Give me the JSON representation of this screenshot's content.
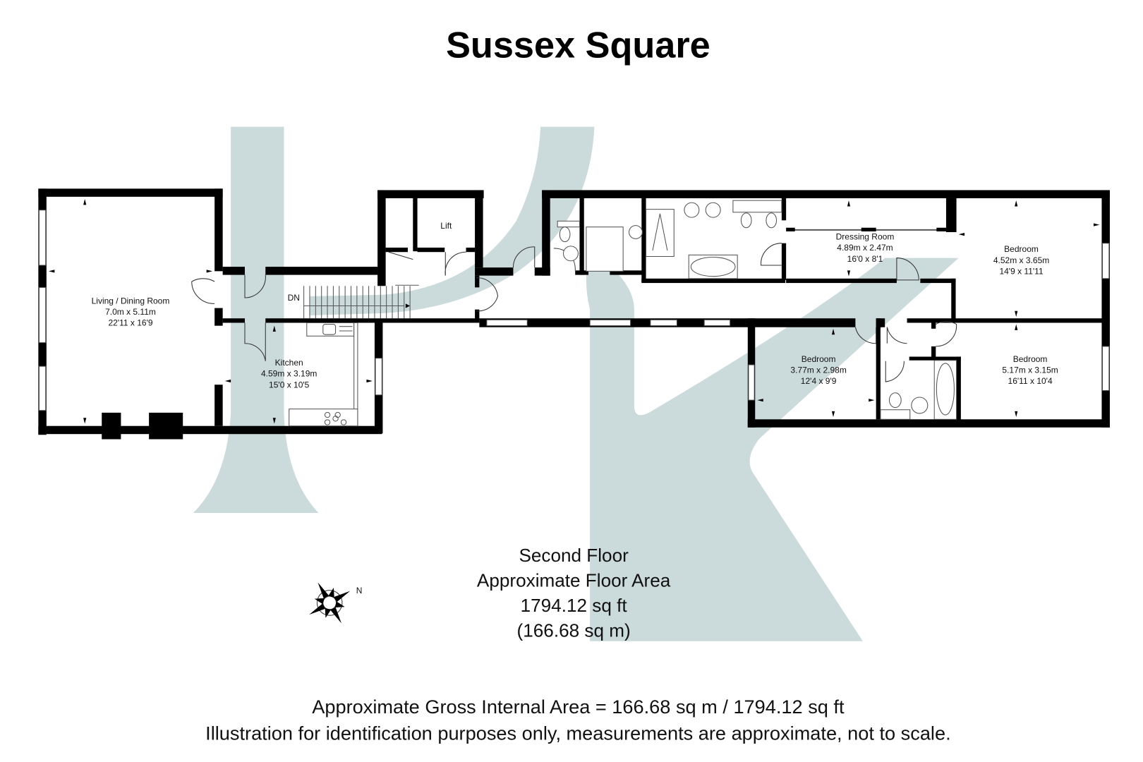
{
  "title": "Sussex Square",
  "floor": {
    "name": "Second Floor",
    "area_label": "Approximate Floor Area",
    "area_sqft": "1794.12 sq ft",
    "area_sqm": "(166.68 sq m)"
  },
  "rooms": [
    {
      "name": "Living / Dining Room",
      "metric": "7.0m x 5.11m",
      "imperial": "22'11 x 16'9"
    },
    {
      "name": "Kitchen",
      "metric": "4.59m x 3.19m",
      "imperial": "15'0 x 10'5"
    },
    {
      "name": "Dressing Room",
      "metric": "4.89m x 2.47m",
      "imperial": "16'0 x 8'1"
    },
    {
      "name": "Bedroom",
      "metric": "4.52m x 3.65m",
      "imperial": "14'9 x 11'11"
    },
    {
      "name": "Bedroom",
      "metric": "3.77m x 2.98m",
      "imperial": "12'4 x 9'9"
    },
    {
      "name": "Bedroom",
      "metric": "5.17m x 3.15m",
      "imperial": "16'11 x 10'4"
    }
  ],
  "labels": {
    "lift": "Lift",
    "stairs_down": "DN",
    "compass_north": "N"
  },
  "icons": {
    "compass": "compass-rose-icon",
    "watermark": "hk-logo-watermark"
  },
  "colors": {
    "watermark": "#cbdadb",
    "walls": "#000000",
    "background": "#ffffff"
  },
  "footer": {
    "gross_area": "Approximate Gross Internal Area = 166.68 sq m / 1794.12 sq ft",
    "disclaimer": "Illustration for identification purposes only, measurements are approximate, not to scale."
  }
}
